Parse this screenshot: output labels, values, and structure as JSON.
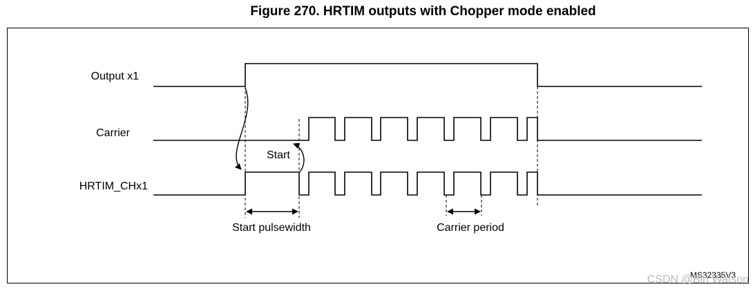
{
  "figure": {
    "title": "Figure 270. HRTIM outputs with Chopper mode enabled",
    "code": "MS32335V3"
  },
  "signals": {
    "output": "Output x1",
    "carrier": "Carrier",
    "chx": "HRTIM_CHx1"
  },
  "annotations": {
    "start": "Start",
    "start_pulsewidth": "Start pulsewidth",
    "carrier_period": "Carrier period"
  },
  "watermark": "CSDN @Bin Watson"
}
